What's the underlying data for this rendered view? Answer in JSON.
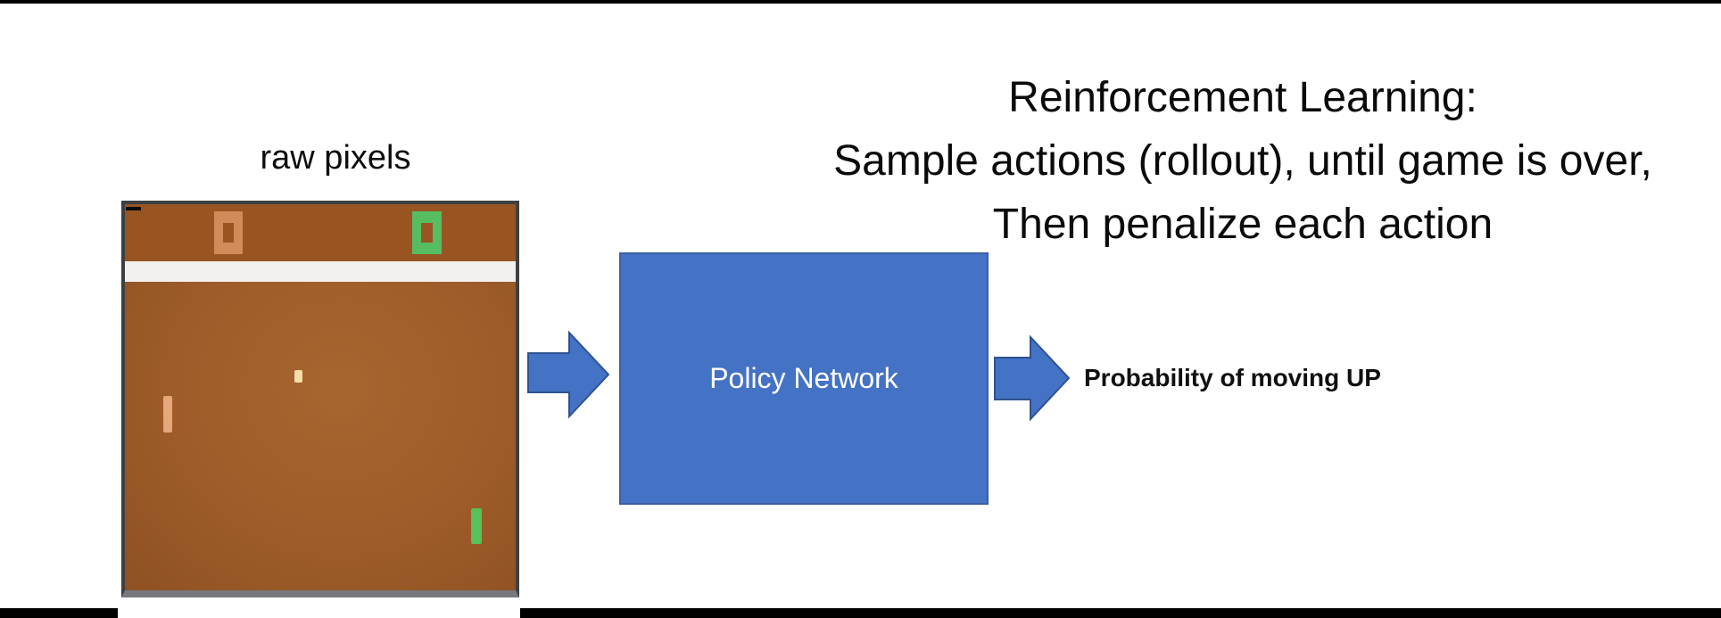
{
  "slide": {
    "title_lines": [
      "Reinforcement Learning:",
      "Sample actions (rollout), until game is over,",
      "Then penalize each action"
    ],
    "raw_pixels_label": "raw pixels",
    "policy_network": {
      "label": "Policy Network"
    },
    "output_label": "Probability of moving UP"
  },
  "game_screenshot": {
    "score_left": "0",
    "score_right": "0"
  },
  "colors": {
    "accent_blue": "#4472C4",
    "arrow_border": "#2F528F",
    "box_border": "#3B5EA6",
    "game_border": "#3C4043",
    "game_bottom_border": "#75797D",
    "game_top_band": "#985522",
    "game_field_brown": "#9D5C29",
    "white_band": "#F2F1EF",
    "score_left_orange": "#D08B5B",
    "score_right_green": "#57BD60",
    "paddle_left_orange": "#E5A878",
    "paddle_right_green": "#55C25A",
    "ball_cream": "#F6DCA9",
    "bar_black": "#000000"
  }
}
